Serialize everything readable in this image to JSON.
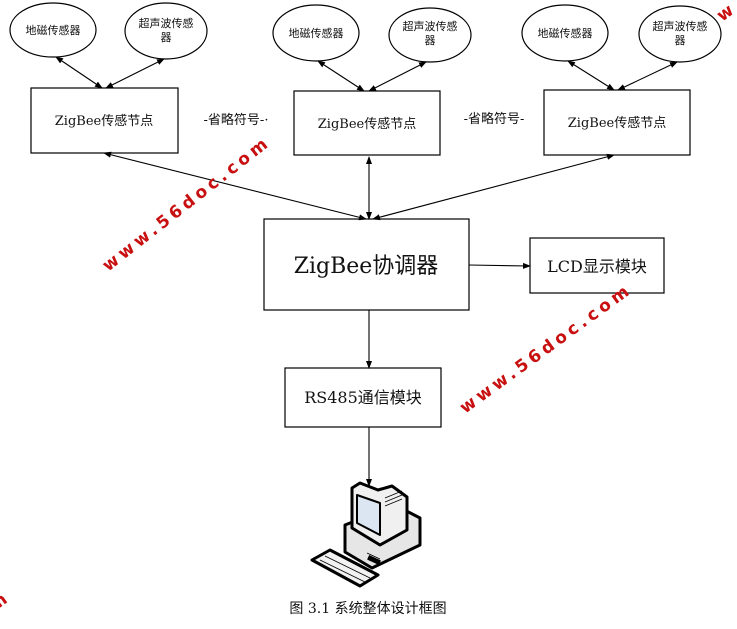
{
  "sensors": {
    "geomagnetic": "地磁传感器",
    "ultrasonic_line1": "超声波传感",
    "ultrasonic_line2": "器"
  },
  "nodes": [
    "ZigBee传感节点",
    "ZigBee传感节点",
    "ZigBee传感节点"
  ],
  "ellipsis_labels": [
    "-省略符号-·",
    "-省略符号-"
  ],
  "coordinator": "ZigBee协调器",
  "lcd": "LCD显示模块",
  "rs485": "RS485通信模块",
  "computer_icon": "desktop-computer-icon",
  "caption": "图 3.1  系统整体设计框图",
  "watermark": "www.56doc.com",
  "colors": {
    "watermark": "#c81010",
    "lines": "#000000"
  }
}
